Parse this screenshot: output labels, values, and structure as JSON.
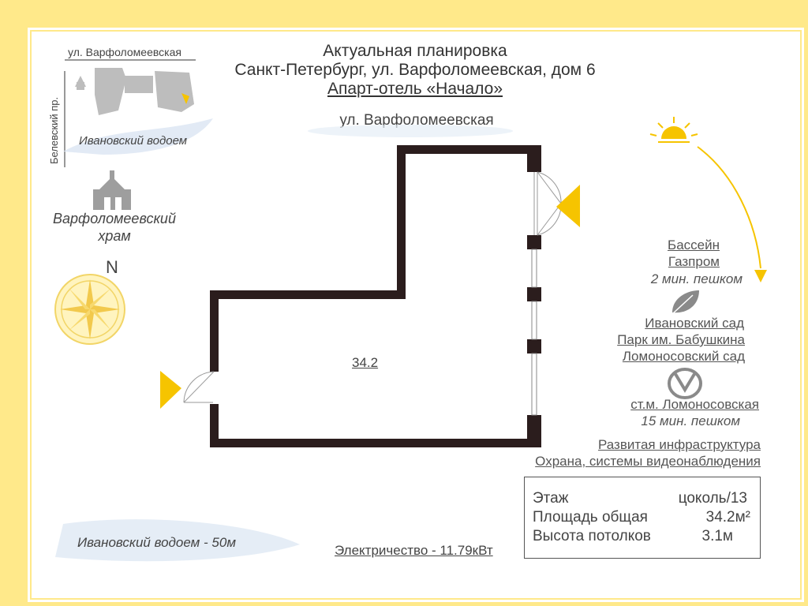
{
  "header": {
    "line1": "Актуальная планировка",
    "line2": "Санкт-Петербург, ул. Варфоломеевская, дом 6",
    "line3": "Апарт-отель «Начало»"
  },
  "plan": {
    "street_label": "ул. Варфоломеевская",
    "area_label": "34.2"
  },
  "mini_map": {
    "street_top": "ул. Варфоломеевская",
    "street_side": "Белевский пр.",
    "pond": "Ивановский водоем"
  },
  "church": {
    "line1": "Варфоломеевский",
    "line2": "храм",
    "icon": "church-icon"
  },
  "compass": {
    "north": "N"
  },
  "bottom_left": {
    "pond_distance": "Ивановский водоем - 50м"
  },
  "bottom_center": {
    "electricity": "Электричество - 11.79кВт"
  },
  "nearby": {
    "pool_line1": "Бассейн",
    "pool_line2": "Газпром",
    "pool_walk": "2 мин. пешком",
    "park1": "Ивановский сад",
    "park2": "Парк им. Бабушкина",
    "park3": "Ломоносовский сад",
    "metro": "ст.м. Ломоносовская",
    "metro_walk": "15 мин. пешком",
    "infra": "Развитая инфраструктура",
    "security": "Охрана, системы видеонаблюдения"
  },
  "specs": {
    "floor_label": "Этаж",
    "floor_value": "цоколь/13",
    "area_label": "Площадь общая",
    "area_value": "34.2м²",
    "height_label": "Высота потолков",
    "height_value": "3.1м"
  },
  "colors": {
    "accent": "#f6c400",
    "frame": "#ffe98a",
    "wall": "#2b1d1d"
  }
}
